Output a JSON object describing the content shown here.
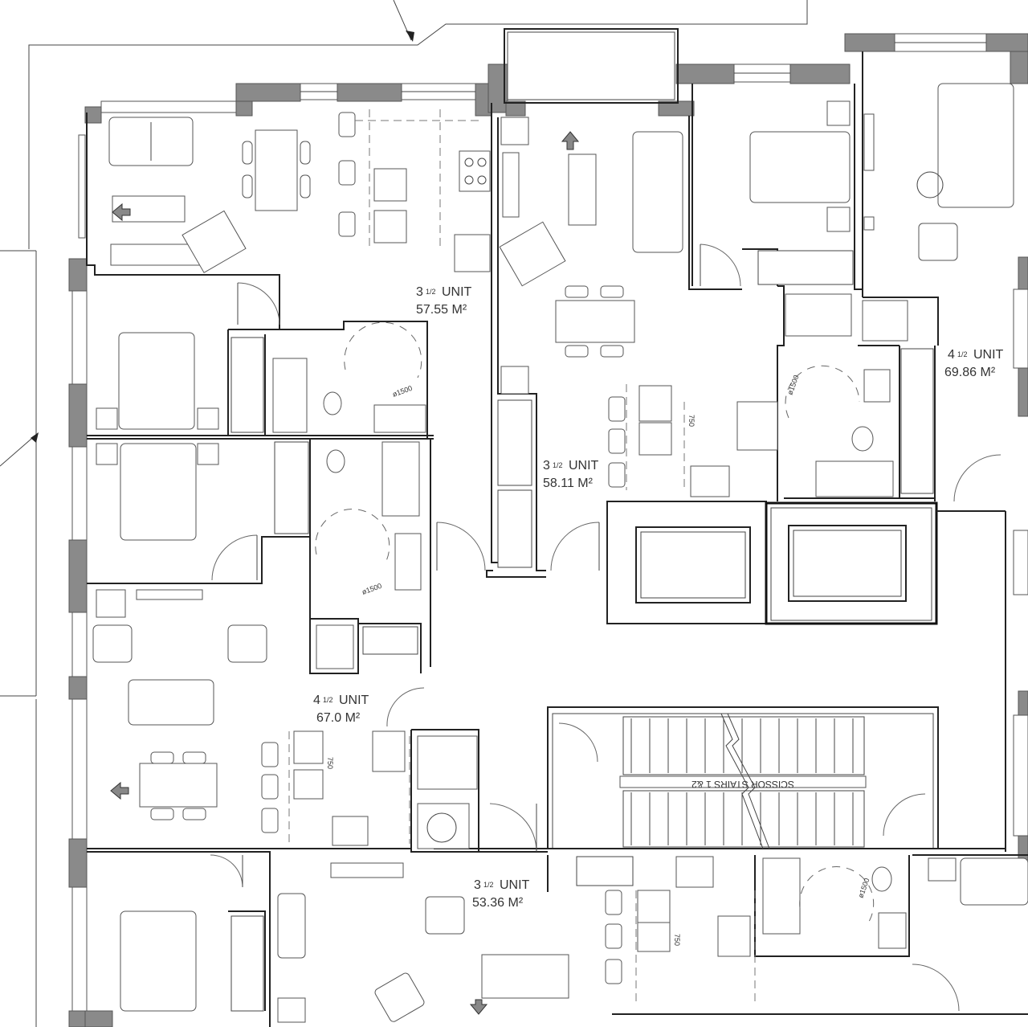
{
  "units": [
    {
      "id": "unit-a",
      "rooms": "3",
      "fraction": "1/2",
      "word": "UNIT",
      "area": "57.55 M²"
    },
    {
      "id": "unit-b",
      "rooms": "3",
      "fraction": "1/2",
      "word": "UNIT",
      "area": "58.11 M²"
    },
    {
      "id": "unit-c",
      "rooms": "4",
      "fraction": "1/2",
      "word": "UNIT",
      "area": "69.86 M²"
    },
    {
      "id": "unit-d",
      "rooms": "4",
      "fraction": "1/2",
      "word": "UNIT",
      "area": "67.0 M²"
    },
    {
      "id": "unit-e",
      "rooms": "3",
      "fraction": "1/2",
      "word": "UNIT",
      "area": "53.36 M²"
    }
  ],
  "stairs_label": "SCISSOR STAIRS 1 &2",
  "dims": {
    "counter": "750",
    "turning": "ø1500"
  }
}
